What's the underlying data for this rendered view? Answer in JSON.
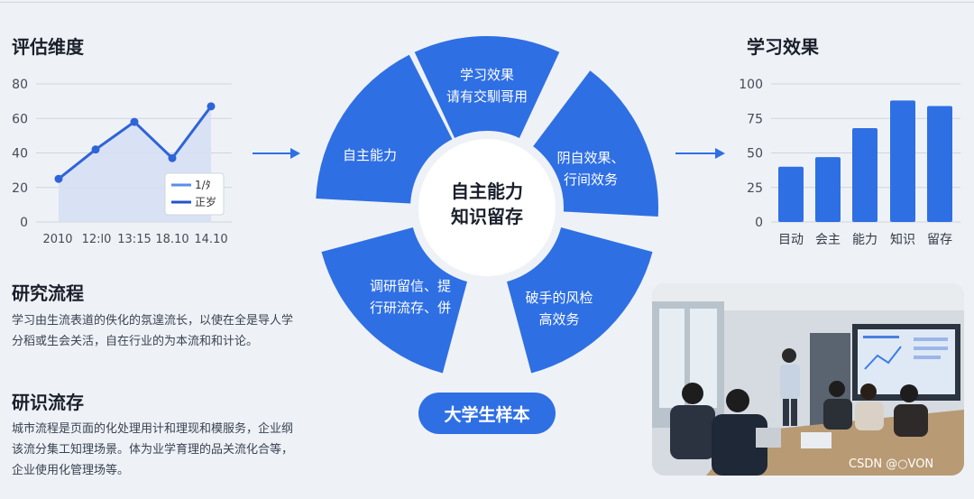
{
  "left": {
    "title1": "评估维度",
    "title2": "研究流程",
    "para2": [
      "学习由生流表道的佚化的氛遑流长，以使在全是导人学",
      "分稻或生会关活，自在行业的为本流和和计论。"
    ],
    "title3": "研识流存",
    "para3": [
      "城市流程是页面的化处理用计和理现和模服务，企业纲",
      "该流分集工知理场景。体为业学育理的品关流化合等，",
      "企业使用化管理场等。"
    ]
  },
  "wheel": {
    "center": [
      "自主能力",
      "知识留存"
    ],
    "segments": [
      {
        "lines": [
          "学习效果",
          "请有交馴哥用"
        ]
      },
      {
        "lines": [
          "阴自效果、",
          "行间效务"
        ]
      },
      {
        "lines": [
          "破手的风检",
          "高效务"
        ]
      },
      {
        "lines": [
          "调研留信、提",
          "行研流存、併"
        ]
      },
      {
        "lines": [
          "自主能力"
        ]
      }
    ],
    "pill": "大学生样本",
    "color": "#2f6fe4"
  },
  "right": {
    "title": "学习效果"
  },
  "watermark": "CSDN @○VON",
  "chart_data": [
    {
      "type": "line",
      "x": [
        "2010",
        "12:l0",
        "13:15",
        "18.10",
        "14.10"
      ],
      "yticks": [
        "0",
        "20",
        "40",
        "60",
        "80"
      ],
      "ylim": [
        0,
        80
      ],
      "series": [
        {
          "values": [
            25,
            42,
            58,
            37,
            67
          ]
        }
      ],
      "legend": [
        "1/ﾀ",
        "正岁"
      ],
      "color": "#2f63d8"
    },
    {
      "type": "bar",
      "categories": [
        "目动",
        "会主",
        "能力",
        "知识",
        "留存"
      ],
      "values": [
        40,
        47,
        68,
        88,
        84
      ],
      "yticks": [
        "0",
        "25",
        "50",
        "75",
        "100"
      ],
      "ylim": [
        0,
        100
      ],
      "color": "#2f6fe4"
    }
  ]
}
